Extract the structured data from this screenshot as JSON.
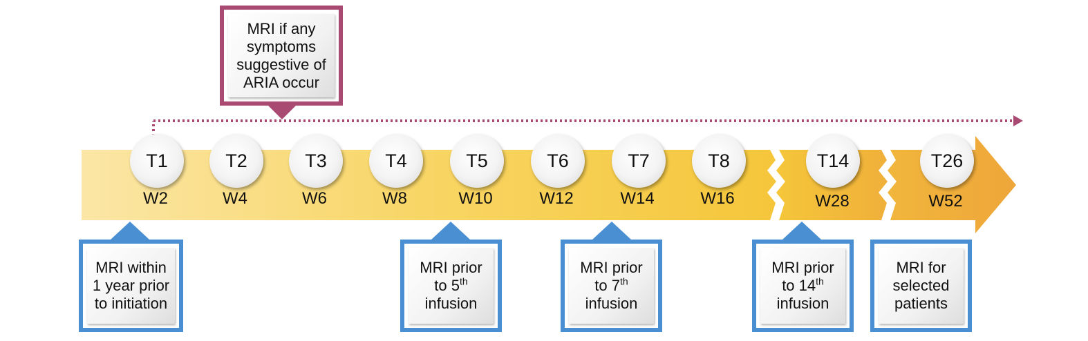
{
  "timepoints": [
    {
      "t": "T1",
      "w": "W2"
    },
    {
      "t": "T2",
      "w": "W4"
    },
    {
      "t": "T3",
      "w": "W6"
    },
    {
      "t": "T4",
      "w": "W8"
    },
    {
      "t": "T5",
      "w": "W10"
    },
    {
      "t": "T6",
      "w": "W12"
    },
    {
      "t": "T7",
      "w": "W14"
    },
    {
      "t": "T8",
      "w": "W16"
    },
    {
      "t": "T14",
      "w": "W28"
    },
    {
      "t": "T26",
      "w": "W52"
    }
  ],
  "aria_callout": {
    "lines": [
      "MRI if any",
      "symptoms",
      "suggestive of",
      "ARIA occur"
    ]
  },
  "callouts": {
    "baseline": {
      "l1": "MRI within",
      "l2": "1 year prior",
      "l3": "to initiation"
    },
    "fifth": {
      "l1": "MRI prior",
      "l2a": "to 5",
      "sup": "th",
      "l3": "infusion"
    },
    "seventh": {
      "l1": "MRI prior",
      "l2a": "to 7",
      "sup": "th",
      "l3": "infusion"
    },
    "fourteenth": {
      "l1": "MRI prior",
      "l2a": "to 14",
      "sup": "th",
      "l3": "infusion"
    },
    "selected": {
      "l1": "MRI for",
      "l2": "selected",
      "l3": "patients"
    }
  },
  "colors": {
    "arrow_light": "#fbe6a6",
    "arrow_mid": "#f6c945",
    "arrow_dark": "#efa93a",
    "callout_blue": "#4a8fd1",
    "callout_aria": "#a84a72"
  }
}
